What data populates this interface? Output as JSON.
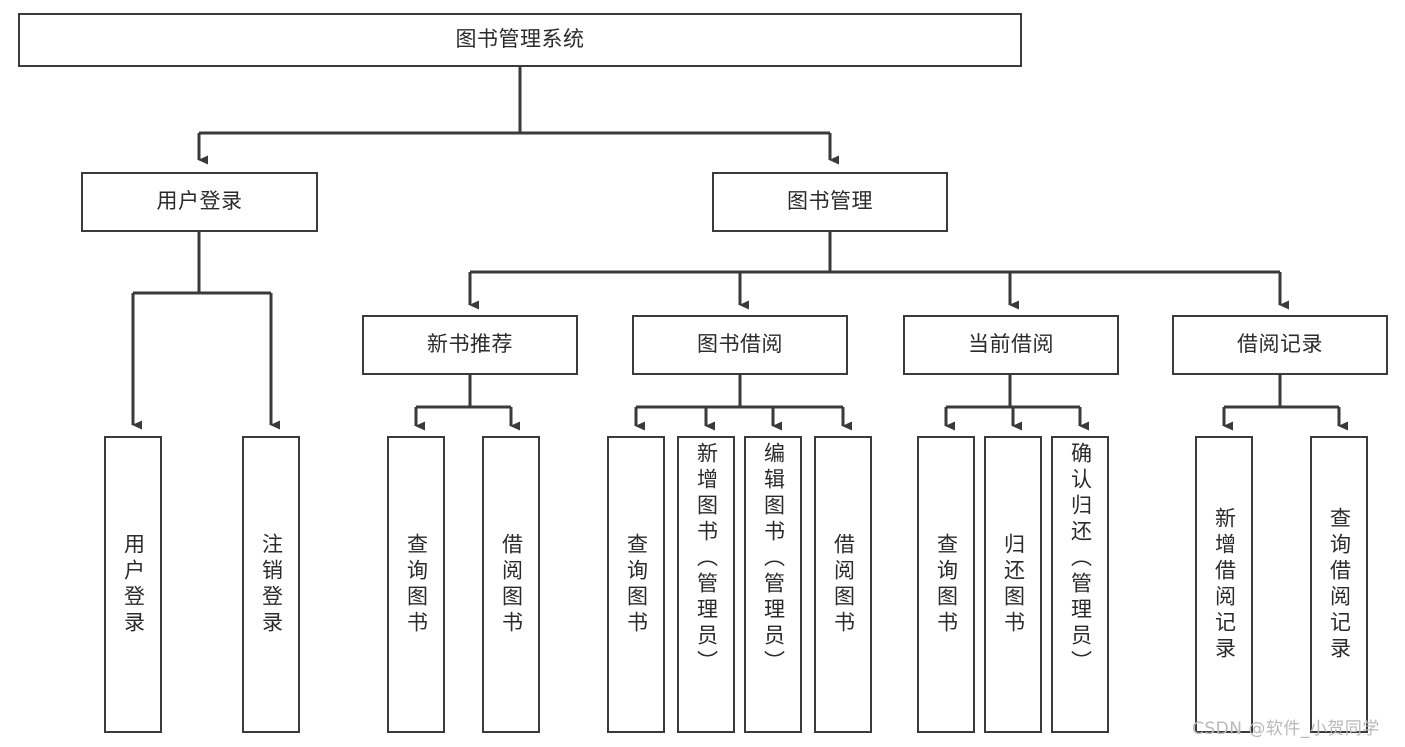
{
  "diagram": {
    "type": "tree",
    "title": "图书管理系统",
    "root": {
      "label": "图书管理系统"
    },
    "level2": [
      {
        "label": "用户登录"
      },
      {
        "label": "图书管理"
      }
    ],
    "level3": [
      {
        "label": "新书推荐"
      },
      {
        "label": "图书借阅"
      },
      {
        "label": "当前借阅"
      },
      {
        "label": "借阅记录"
      }
    ],
    "leaves": {
      "user_login": [
        {
          "label": "用户登录"
        },
        {
          "label": "注销登录"
        }
      ],
      "new_book_recommend": [
        {
          "label": "查询图书"
        },
        {
          "label": "借阅图书"
        }
      ],
      "book_borrow": [
        {
          "label": "查询图书"
        },
        {
          "label": "新增图书（管理员）"
        },
        {
          "label": "编辑图书（管理员）"
        },
        {
          "label": "借阅图书"
        }
      ],
      "current_borrow": [
        {
          "label": "查询图书"
        },
        {
          "label": "归还图书"
        },
        {
          "label": "确认归还（管理员）"
        }
      ],
      "borrow_record": [
        {
          "label": "新增借阅记录"
        },
        {
          "label": "查询借阅记录"
        }
      ]
    }
  },
  "watermark": {
    "text": "CSDN @软件_小贺同学"
  },
  "colors": {
    "line": "#3a3a3a",
    "box_border": "#3a3a3a",
    "box_fill": "#ffffff",
    "text": "#2b2b2b",
    "watermark": "#b9b9b9",
    "background": "#ffffff"
  }
}
